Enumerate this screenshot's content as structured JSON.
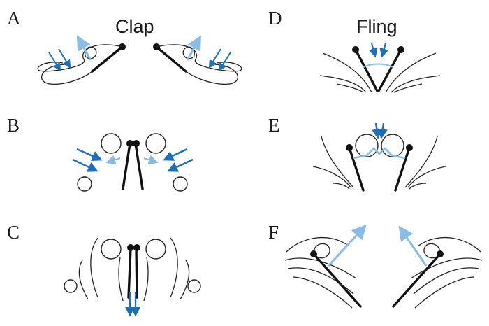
{
  "titles": {
    "clap": "Clap",
    "fling": "Fling"
  },
  "panels": [
    {
      "letter": "A"
    },
    {
      "letter": "B"
    },
    {
      "letter": "C"
    },
    {
      "letter": "D"
    },
    {
      "letter": "E"
    },
    {
      "letter": "F"
    }
  ],
  "colors": {
    "ink": "#222222",
    "arrow_dark_blue": "#1f6fb5",
    "arrow_light_blue": "#8bbce6"
  }
}
